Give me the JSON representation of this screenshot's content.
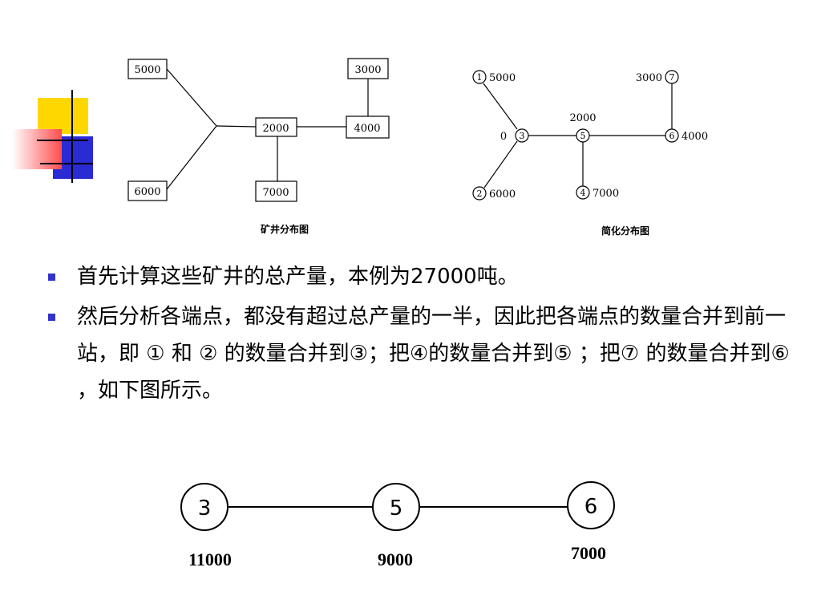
{
  "diagram_left": {
    "caption": "矿井分布图",
    "boxes": {
      "b5000": "5000",
      "b6000": "6000",
      "b2000": "2000",
      "b7000": "7000",
      "b3000": "3000",
      "b4000": "4000"
    }
  },
  "diagram_right": {
    "caption": "简化分布图",
    "nodes": {
      "n1": "1",
      "n2": "2",
      "n3": "3",
      "n4": "4",
      "n5": "5",
      "n6": "6",
      "n7": "7"
    },
    "labels": {
      "n1": "5000",
      "n2": "6000",
      "n3": "0",
      "n4": "7000",
      "n5": "2000",
      "n6": "4000",
      "n7": "3000"
    }
  },
  "bullets": [
    "首先计算这些矿井的总产量，本例为27000吨。",
    "然后分析各端点，都没有超过总产量的一半，因此把各端点的数量合并到前一站，即 ① 和 ② 的数量合并到③；把④的数量合并到⑤ ；把⑦ 的数量合并到⑥ ，如下图所示。"
  ],
  "diagram_bottom": {
    "nodes": {
      "a": "3",
      "b": "5",
      "c": "6"
    },
    "values": {
      "a": "11000",
      "b": "9000",
      "c": "7000"
    }
  },
  "colors": {
    "deco_yellow": "#ffd700",
    "deco_red": "#ff4d4d",
    "deco_blue": "#2b2bd4",
    "bullet_blue": "#3333cc"
  }
}
